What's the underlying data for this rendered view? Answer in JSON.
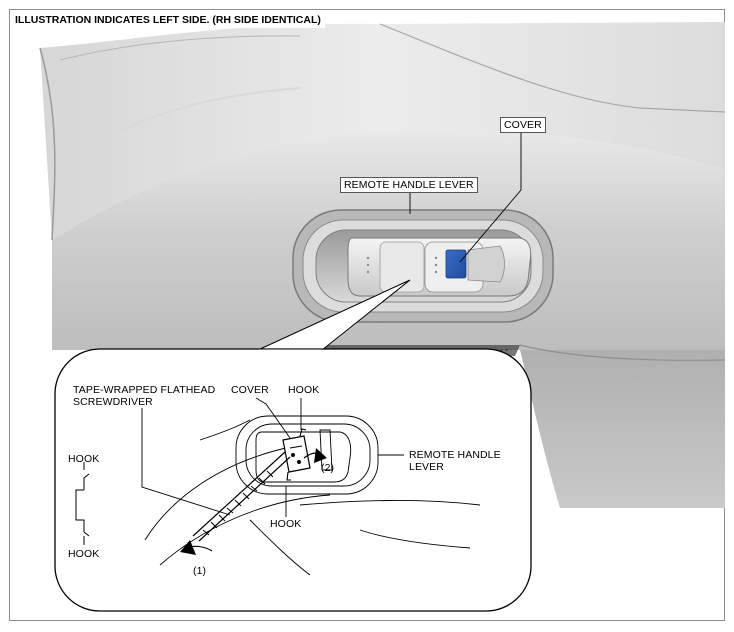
{
  "caption": "ILLUSTRATION INDICATES LEFT SIDE. (RH SIDE IDENTICAL)",
  "main_view": {
    "cover_label": "COVER",
    "remote_handle_lever_label": "REMOTE HANDLE LEVER"
  },
  "detail_view": {
    "screwdriver_label_line1": "TAPE-WRAPPED FLATHEAD",
    "screwdriver_label_line2": "SCREWDRIVER",
    "cover_label": "COVER",
    "hook_top_label": "HOOK",
    "hook_bottom_label": "HOOK",
    "remote_handle_lever_line1": "REMOTE HANDLE",
    "remote_handle_lever_line2": "LEVER",
    "step1_label": "(1)",
    "step2_label": "(2)"
  },
  "hook_diagram": {
    "top_label": "HOOK",
    "bottom_label": "HOOK"
  },
  "colors": {
    "panel_gray": "#c8c8c8",
    "cover_blue": "#2f5fb5",
    "frame_border": "#8c8c8c"
  }
}
